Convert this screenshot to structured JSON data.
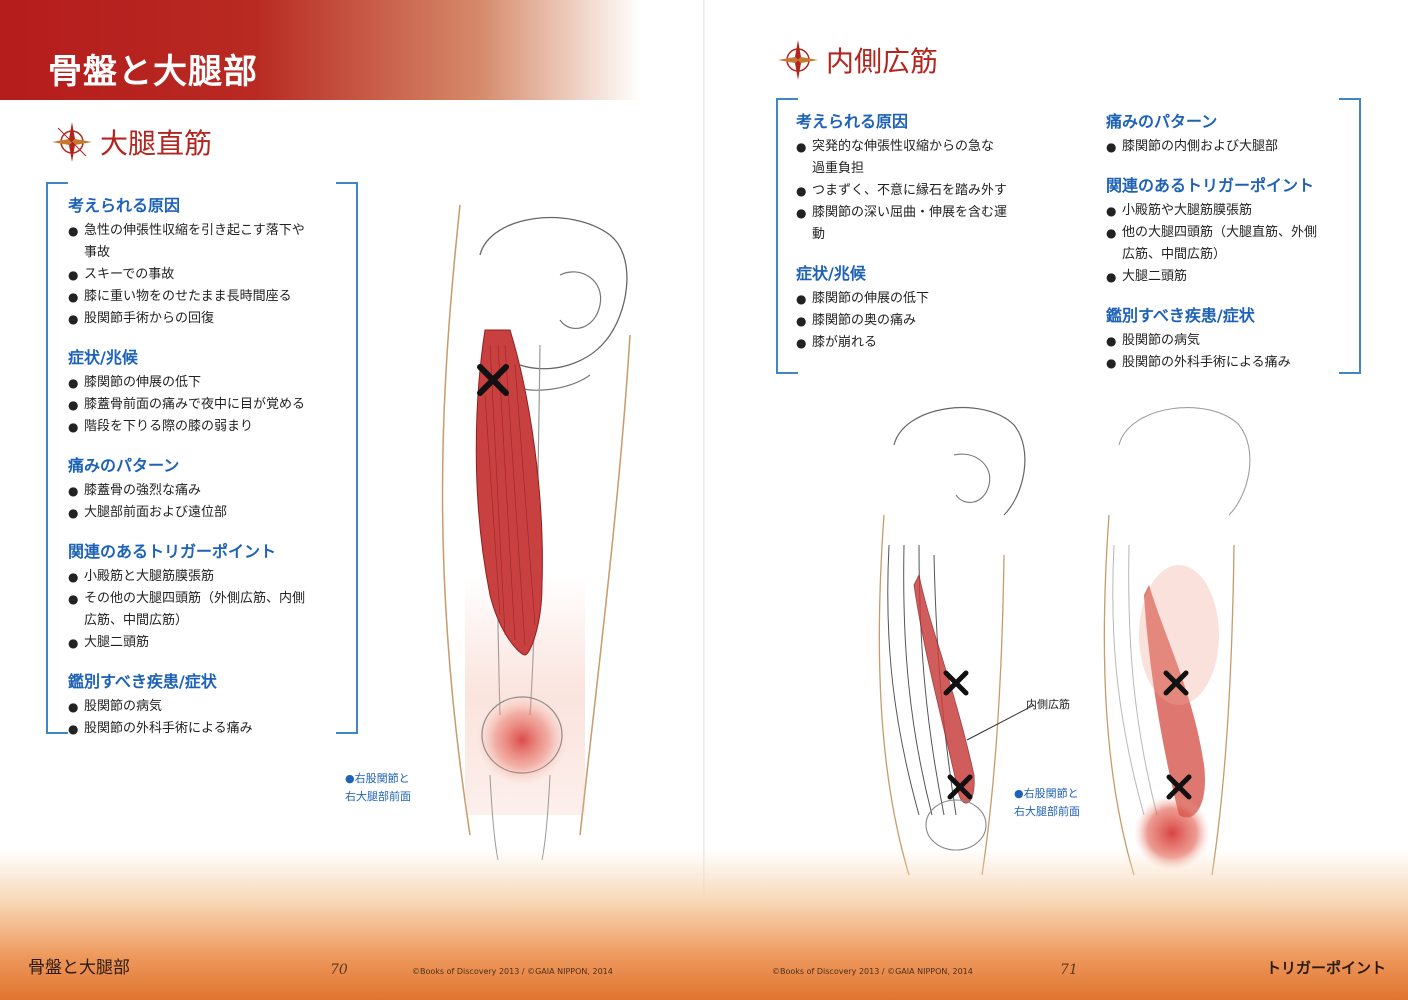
{
  "left": {
    "chapter_title": "骨盤と大腿部",
    "section_title": "大腿直筋",
    "groups": [
      {
        "title": "考えられる原因",
        "items": [
          "急性の伸張性収縮を引き起こす落下や",
          "事故",
          "スキーでの事故",
          "膝に重い物をのせたまま長時間座る",
          "股関節手術からの回復"
        ]
      },
      {
        "title": "症状/兆候",
        "items": [
          "膝関節の伸展の低下",
          "膝蓋骨前面の痛みで夜中に目が覚める",
          "階段を下りる際の膝の弱まり"
        ]
      },
      {
        "title": "痛みのパターン",
        "items": [
          "膝蓋骨の強烈な痛み",
          "大腿部前面および遠位部"
        ]
      },
      {
        "title": "関連のあるトリガーポイント",
        "items": [
          "小殿筋と大腿筋膜張筋",
          "その他の大腿四頭筋（外側広筋、内側",
          "広筋、中間広筋）",
          "大腿二頭筋"
        ]
      },
      {
        "title": "鑑別すべき疾患/症状",
        "items": [
          "股関節の病気",
          "股関節の外科手術による痛み"
        ]
      }
    ],
    "caption_line1": "●右股関節と",
    "caption_line2": "右大腿部前面",
    "footer_title": "骨盤と大腿部",
    "page_number": "70",
    "copyright": "©Books of Discovery 2013 / ©GAIA NIPPON, 2014"
  },
  "right": {
    "section_title": "内側広筋",
    "col1": [
      {
        "title": "考えられる原因",
        "items": [
          "突発的な伸張性収縮からの急な",
          "過重負担",
          "つまずく、不意に縁石を踏み外す",
          "膝関節の深い屈曲・伸展を含む運",
          "動"
        ]
      },
      {
        "title": "症状/兆候",
        "items": [
          "膝関節の伸展の低下",
          "膝関節の奥の痛み",
          "膝が崩れる"
        ]
      }
    ],
    "col2": [
      {
        "title": "痛みのパターン",
        "items": [
          "膝関節の内側および大腿部"
        ]
      },
      {
        "title": "関連のあるトリガーポイント",
        "items": [
          "小殿筋や大腿筋膜張筋",
          "他の大腿四頭筋（大腿直筋、外側",
          "広筋、中間広筋）",
          "大腿二頭筋"
        ]
      },
      {
        "title": "鑑別すべき疾患/症状",
        "items": [
          "股関節の病気",
          "股関節の外科手術による痛み"
        ]
      }
    ],
    "muscle_label": "内側広筋",
    "caption_line1": "●右股関節と",
    "caption_line2": "右大腿部前面",
    "footer_title": "トリガーポイント",
    "page_number": "71",
    "copyright": "©Books of Discovery 2013 / ©GAIA NIPPON, 2014"
  },
  "colors": {
    "accent_red": "#b3241d",
    "heading_blue": "#1d62b8",
    "bracket_blue": "#3f86c6"
  }
}
